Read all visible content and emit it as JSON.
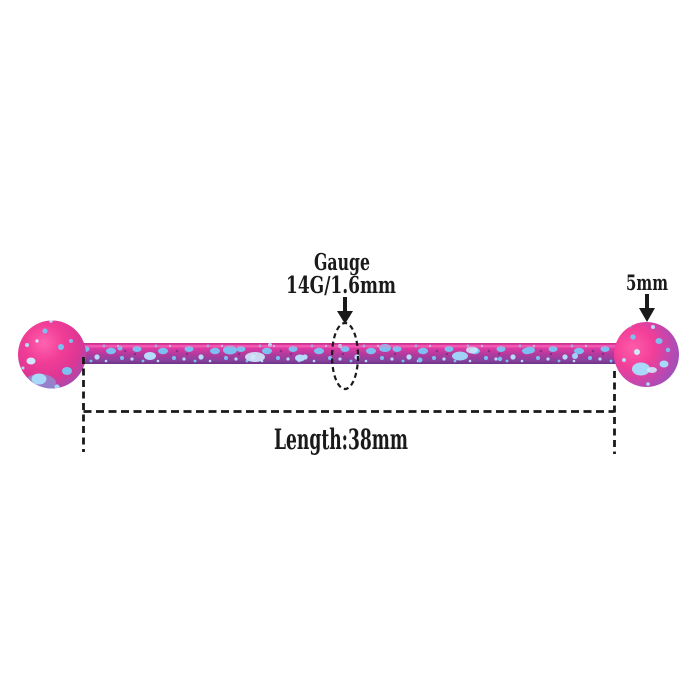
{
  "annotations": {
    "gauge_title": "Gauge",
    "gauge_value": "14G/1.6mm",
    "ball_size": "5mm",
    "length": "Length:38mm"
  },
  "colors": {
    "background": "#ffffff",
    "annotation_ink": "#1a1a1a",
    "bar_pink": "#ea3da6",
    "bar_magenta": "#b03a9e",
    "bar_purple": "#6d3487",
    "ball_pink": "#f23e97",
    "ball_purple": "#7b58c4",
    "splatter_blue": "#7cc0f2",
    "splatter_light_blue": "#b5dcf8"
  }
}
